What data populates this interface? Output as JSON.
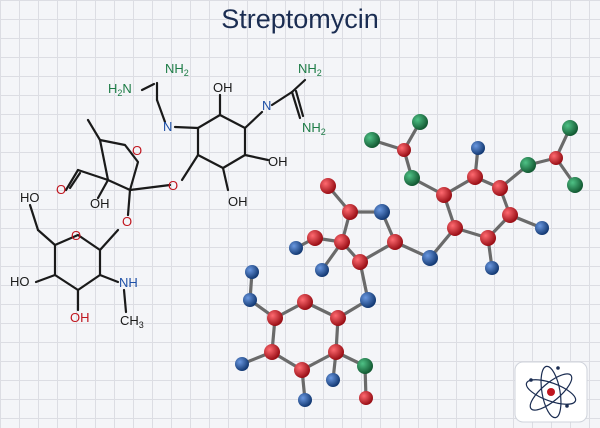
{
  "title": "Streptomycin",
  "labels": {
    "nh2_top": "NH",
    "nh2_top_sub": "2",
    "h2n_left_pre": "H",
    "h2n_left_sub": "2",
    "h2n_left_post": "N",
    "nh_top2": "NH",
    "nh_top2_sub": "2",
    "nh_right_nh": "NH",
    "nh_right_sub": "2",
    "n_left": "N",
    "n_right": "N",
    "oh_1": "OH",
    "oh_2": "OH",
    "oh_3": "OH",
    "oh_4": "OH",
    "o_ring1": "O",
    "o_link1": "O",
    "o_link2": "O",
    "o_ring2": "O",
    "o_ald": "O",
    "ho_1": "HO",
    "ho_2": "HO",
    "oh_5": "OH",
    "nh": "N",
    "nh_h": "H",
    "ch3": "CH",
    "ch3_sub": "3"
  },
  "colors": {
    "carbon": "#c0161f",
    "oxygen": "#1e4f92",
    "nitrogen": "#1d7c46",
    "hydrogen": "#1e4f92",
    "text_n": "#1d4fa6",
    "text_o": "#c0161f",
    "bond": "#1a1a1a"
  },
  "icons": {
    "atom_logo": "atom-icon"
  }
}
